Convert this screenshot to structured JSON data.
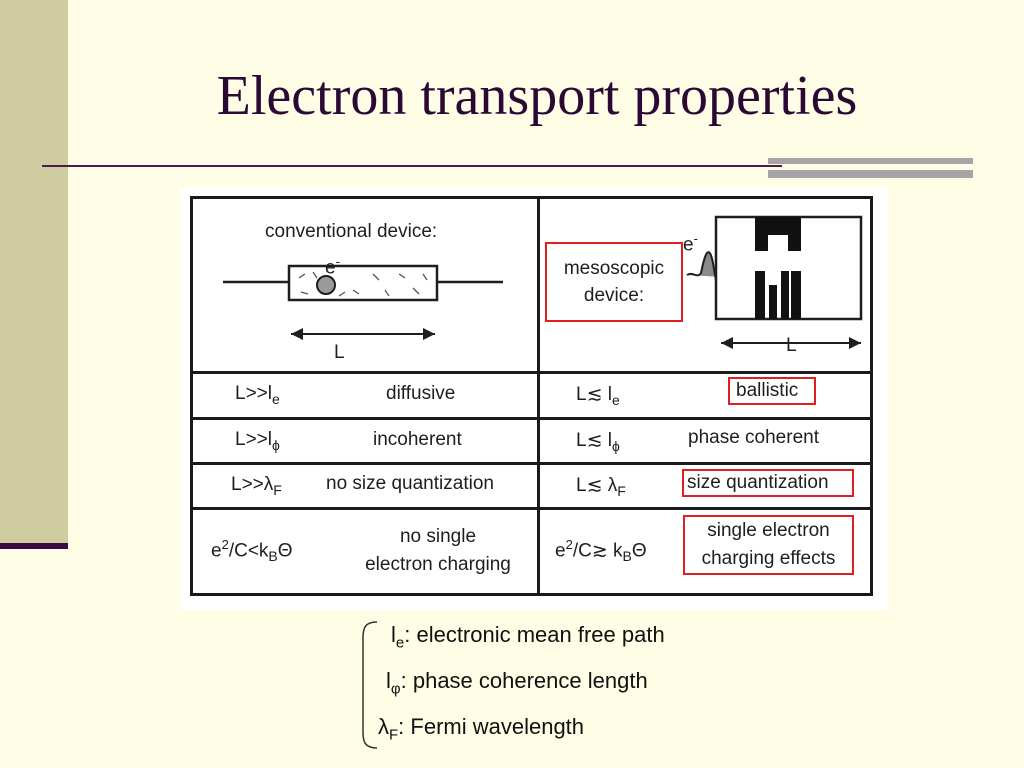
{
  "slide": {
    "title": "Electron transport properties"
  },
  "figure": {
    "conventional_label": "conventional device:",
    "conventional_electron": "e",
    "conventional_electron_sup": "-",
    "conventional_length": "L",
    "mesoscopic_label_line1": "mesoscopic",
    "mesoscopic_label_line2": "device:",
    "mesoscopic_electron": "e",
    "mesoscopic_electron_sup": "-",
    "mesoscopic_length": "L",
    "rows": [
      {
        "conv_cond": "L>>l",
        "conv_sub": "e",
        "conv_prop": "diffusive",
        "meso_cond": "L≲ l",
        "meso_sub": "e",
        "meso_prop": "ballistic"
      },
      {
        "conv_cond": "L>>l",
        "conv_sub": "ϕ",
        "conv_prop": "incoherent",
        "meso_cond": "L≲ l",
        "meso_sub": "ϕ",
        "meso_prop": "phase coherent"
      },
      {
        "conv_cond": "L>>λ",
        "conv_sub": "F",
        "conv_prop": "no size quantization",
        "meso_cond": "L≲ λ",
        "meso_sub": "F",
        "meso_prop": "size quantization"
      },
      {
        "conv_pre": "e",
        "conv_sup": "2",
        "conv_mid": "/C<k",
        "conv_sub": "B",
        "conv_post": "Θ",
        "conv_prop_line1": "no single",
        "conv_prop_line2": "electron charging",
        "meso_pre": "e",
        "meso_sup": "2",
        "meso_mid": "/C≳ k",
        "meso_sub": "B",
        "meso_post": "Θ",
        "meso_prop_line1": "single electron",
        "meso_prop_line2": "charging effects"
      }
    ]
  },
  "legend": [
    {
      "symbol": "l",
      "sub": "e",
      "text": ": electronic mean free path"
    },
    {
      "symbol": "l",
      "sub": "φ",
      "text": ": phase coherence length"
    },
    {
      "symbol": "λ",
      "sub": "F",
      "text": ": Fermi wavelength"
    }
  ],
  "colors": {
    "background": "#fffde6",
    "sidebar": "#cfcd9f",
    "title": "#2a0a35",
    "highlight": "#e02020"
  }
}
